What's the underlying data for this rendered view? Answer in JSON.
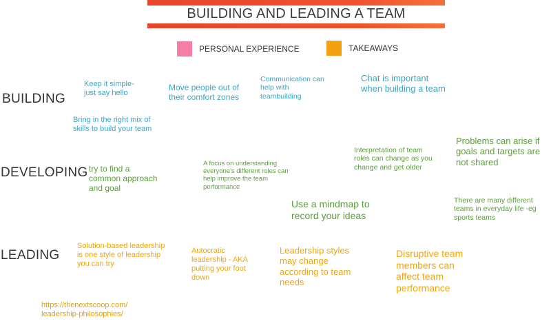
{
  "title": "BUILDING AND LEADING A TEAM",
  "legend": {
    "personal": {
      "label": "PERSONAL EXPERIENCE",
      "color": "#f57ea8"
    },
    "takeaways": {
      "label": "TAKEAWAYS",
      "color": "#f3a10f"
    }
  },
  "rows": {
    "building": "BUILDING",
    "developing": "DEVELOPING",
    "leading": "LEADING"
  },
  "notes": {
    "keep_simple": "Keep it simple- just say hello",
    "move_people": "Move people out of their comfort zones",
    "communication": "Communication can help with teambuilding",
    "chat_important": "Chat is important when building a team",
    "right_mix": "Bring in the right mix of skills to build your team",
    "common_approach": "try to find a common approach and goal",
    "focus_roles": "A focus on understanding everyone's different roles can help improve the team performance",
    "interpretation": "Interpretation of team roles can change as you change and get older",
    "problems": "Problems can arise if goals and targets are not shared",
    "mindmap": "Use a mindmap to record your ideas",
    "many_teams": "There are many different teams in everyday life -eg sports teams",
    "solution_based": "Solution-based leadership is one style of leadership you can try",
    "autocratic": "Autocratic leadership - AKA putting your foot down",
    "styles_change": "Leadership styles may change according to team needs",
    "disruptive": "Disruptive team members can affect team performance",
    "link": "https://thenextscoop.com/ leadership-philosophies/"
  }
}
